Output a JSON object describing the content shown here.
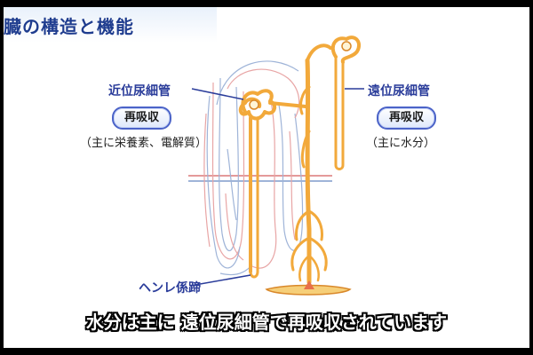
{
  "title": "臓の構造と機能",
  "labels": {
    "proximal": "近位尿細管",
    "distal": "遠位尿細管",
    "henle": "ヘンレ係蹄"
  },
  "pills": {
    "left": "再吸収",
    "right": "再吸収"
  },
  "notes": {
    "left": "（主に栄養素、電解質）",
    "right": "（主に水分）"
  },
  "caption": "水分は主に 遠位尿細管で再吸収されています",
  "colors": {
    "tubule": "#f2a93b",
    "tubule_dark": "#d9882a",
    "blood_red": "#e8a5a5",
    "blood_blue": "#9fb4d8",
    "label_blue": "#2a3c9a",
    "pill_border": "#4b63c8"
  }
}
